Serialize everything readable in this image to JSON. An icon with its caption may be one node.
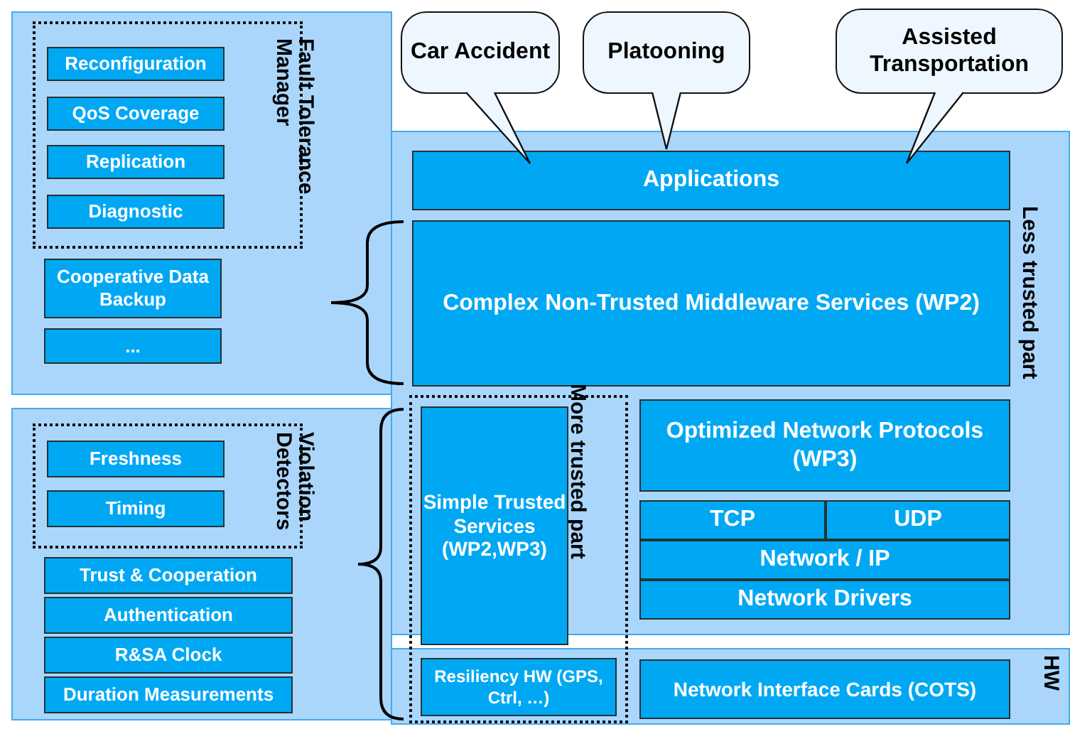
{
  "diagram": {
    "nodes": [
      {
        "text": [],
        "shape": "box"
      },
      {
        "text": [
          "Fault Tolerance Manager"
        ],
        "in": 0
      },
      {
        "text": [
          "Reconfiguration"
        ],
        "in": 1
      },
      {
        "text": [
          "QoS Coverage"
        ],
        "in": 1
      },
      {
        "text": [
          "Replication"
        ],
        "in": 1
      },
      {
        "text": [
          "Diagnostic"
        ],
        "in": 1
      },
      {
        "text": [
          "Cooperative Data Backup"
        ],
        "in": 0
      },
      {
        "text": [
          "..."
        ],
        "in": 0
      },
      {
        "text": [],
        "shape": "box"
      },
      {
        "text": [
          "Violation Detectors"
        ],
        "in": 8
      },
      {
        "text": [
          "Freshness"
        ],
        "in": 9
      },
      {
        "text": [
          "Timing"
        ],
        "in": 9
      },
      {
        "text": [
          "Trust & Cooperation"
        ],
        "in": 8
      },
      {
        "text": [
          "Authentication"
        ],
        "in": 8
      },
      {
        "text": [
          "R&SA Clock"
        ],
        "in": 8
      },
      {
        "text": [
          "Duration Measurements"
        ],
        "in": 8
      },
      {
        "text": [
          "Car Accident"
        ]
      },
      {
        "text": [
          "Platooning"
        ]
      },
      {
        "text": [
          "Assisted Transportation"
        ]
      },
      {
        "text": [
          "Less trusted part"
        ]
      },
      {
        "text": [
          "Applications"
        ],
        "in": 19
      },
      {
        "text": [
          "Complex Non-Trusted Middleware Services (WP2)"
        ],
        "in": 19
      },
      {
        "text": [
          "More trusted part"
        ]
      },
      {
        "text": [
          "Simple Trusted Services (WP2,WP3)"
        ]
      },
      {
        "text": [
          "Optimized Network Protocols (WP3)"
        ],
        "in": 19
      },
      {
        "text": [
          "TCP"
        ],
        "in": 19
      },
      {
        "text": [
          "UDP"
        ],
        "in": 19
      },
      {
        "text": [
          "Network / IP"
        ],
        "in": 19
      },
      {
        "text": [
          "Network Drivers"
        ],
        "in": 19
      },
      {
        "text": [
          "HW"
        ]
      },
      {
        "text": [
          "Resiliency HW (GPS, Ctrl, …)"
        ]
      },
      {
        "text": [
          "Network Interface Cards (COTS)"
        ],
        "in": 29
      }
    ],
    "edges": [
      {
        "from": 16,
        "to": 20,
        "arrow": "none"
      },
      {
        "from": 17,
        "to": 20,
        "arrow": "none"
      },
      {
        "from": 18,
        "to": 20,
        "arrow": "none"
      }
    ]
  }
}
